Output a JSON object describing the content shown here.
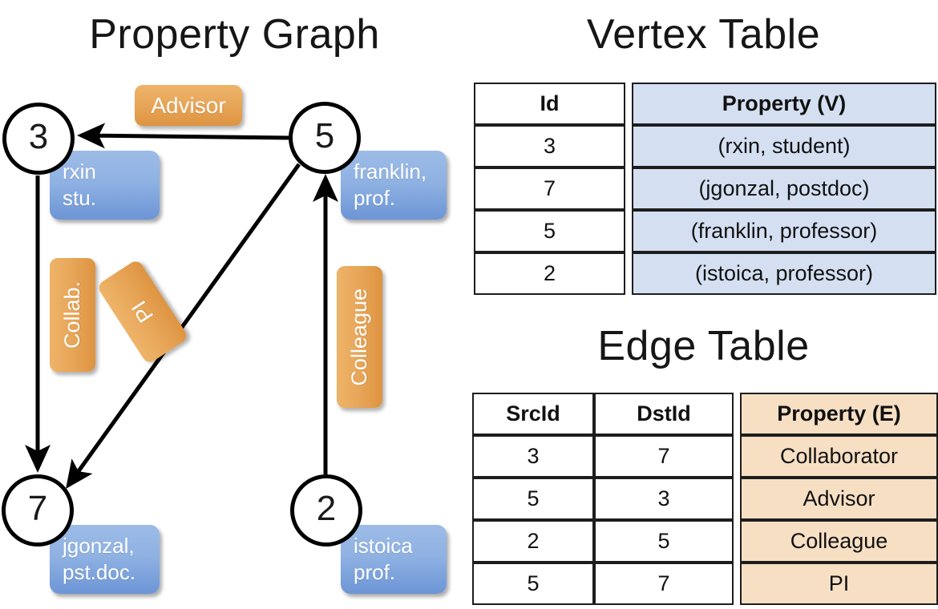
{
  "titles": {
    "property_graph": "Property Graph",
    "vertex_table": "Vertex Table",
    "edge_table": "Edge Table"
  },
  "graph": {
    "nodes": [
      {
        "id": "3",
        "label": "3",
        "property_lines": [
          "rxin",
          "stu."
        ]
      },
      {
        "id": "5",
        "label": "5",
        "property_lines": [
          "franklin,",
          "prof."
        ]
      },
      {
        "id": "7",
        "label": "7",
        "property_lines": [
          "jgonzal,",
          "pst.doc."
        ]
      },
      {
        "id": "2",
        "label": "2",
        "property_lines": [
          "istoica",
          "prof."
        ]
      }
    ],
    "edge_labels": [
      {
        "name": "advisor",
        "text": "Advisor"
      },
      {
        "name": "collab",
        "text": "Collab."
      },
      {
        "name": "pi",
        "text": "PI"
      },
      {
        "name": "colleague",
        "text": "Colleague"
      }
    ],
    "edges": [
      {
        "from": "5",
        "to": "3",
        "label": "Advisor"
      },
      {
        "from": "3",
        "to": "7",
        "label": "Collab."
      },
      {
        "from": "5",
        "to": "7",
        "label": "PI"
      },
      {
        "from": "2",
        "to": "5",
        "label": "Colleague"
      }
    ]
  },
  "vertex_table": {
    "headers": [
      "Id",
      "Property (V)"
    ],
    "rows": [
      {
        "id": "3",
        "property": "(rxin, student)"
      },
      {
        "id": "7",
        "property": "(jgonzal, postdoc)"
      },
      {
        "id": "5",
        "property": "(franklin, professor)"
      },
      {
        "id": "2",
        "property": "(istoica, professor)"
      }
    ]
  },
  "edge_table": {
    "headers": [
      "SrcId",
      "DstId",
      "Property (E)"
    ],
    "rows": [
      {
        "src": "3",
        "dst": "7",
        "property": "Collaborator"
      },
      {
        "src": "5",
        "dst": "3",
        "property": "Advisor"
      },
      {
        "src": "2",
        "dst": "5",
        "property": "Colleague"
      },
      {
        "src": "5",
        "dst": "7",
        "property": "PI"
      }
    ]
  },
  "colors": {
    "vertex_property_fill": "#d4e0f2",
    "edge_property_fill": "#f7dfc4",
    "node_box_blue": "#8fb2e3",
    "edge_label_orange": "#e8a75a",
    "stroke": "#1d1d1d"
  }
}
